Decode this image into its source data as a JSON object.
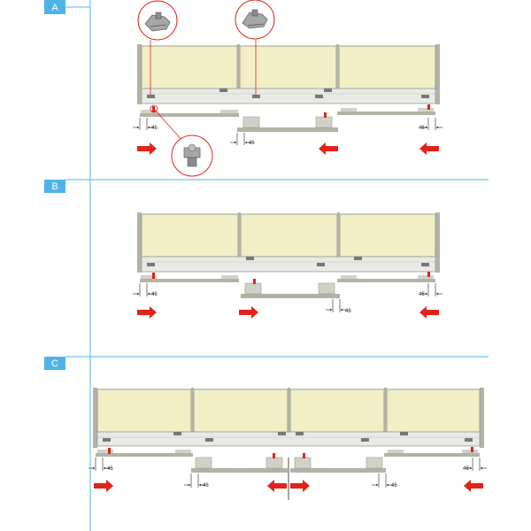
{
  "colors": {
    "label_bg": "#4fb3e8",
    "label_text": "#ffffff",
    "guide_line": "#56b7e6",
    "panel_fill": "#f2efc6",
    "frame_gray": "#b3b2a6",
    "frame_dark": "#9d9c92",
    "rail_fill": "#e9e9e6",
    "arrow_red": "#e2231a",
    "dimension": "#222222"
  },
  "sections": [
    {
      "id": "A",
      "label": "A"
    },
    {
      "id": "B",
      "label": "B"
    },
    {
      "id": "C",
      "label": "C"
    }
  ],
  "dimension_value": "46",
  "callouts": [
    {
      "name": "hardware-detail-left",
      "icon": "slider-clip-icon"
    },
    {
      "name": "hardware-detail-right",
      "icon": "slider-clip-icon"
    },
    {
      "name": "hardware-detail-stop",
      "icon": "stop-pin-icon"
    }
  ]
}
